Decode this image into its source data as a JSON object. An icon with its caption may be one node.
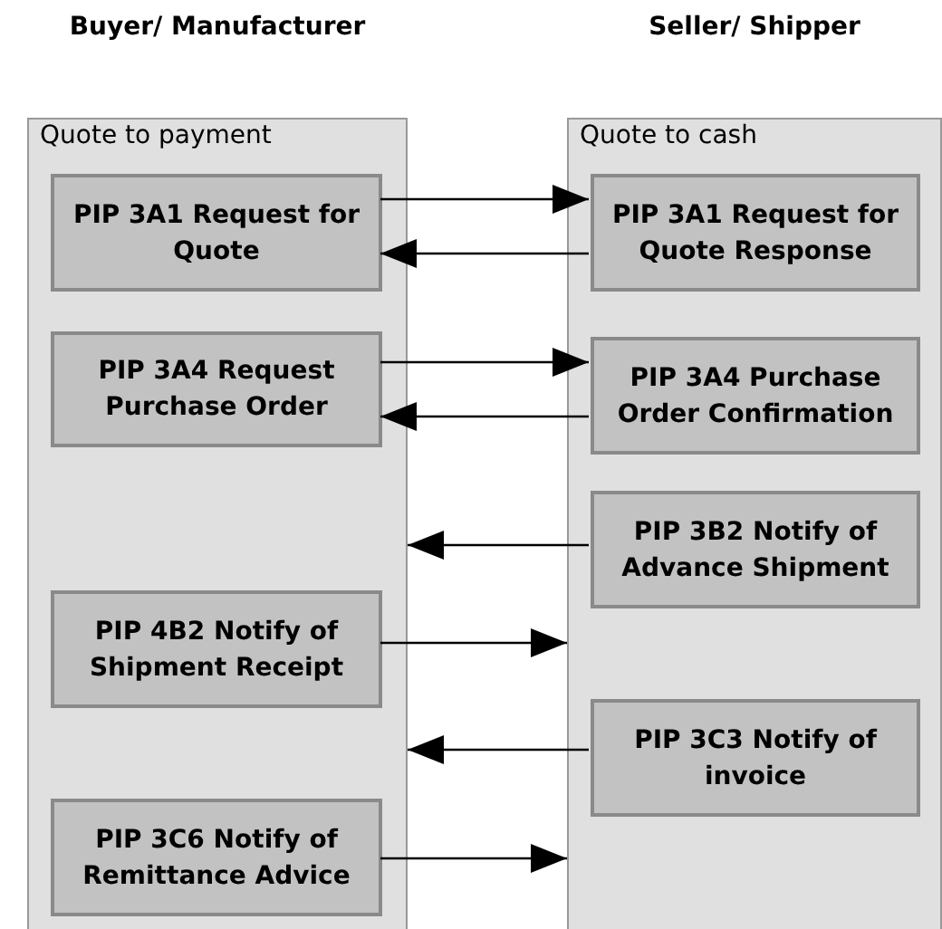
{
  "diagram": {
    "nodes": [
      {
        "text": [
          "Buyer/ Manufacturer",
          "Quote to payment"
        ]
      },
      {
        "text": [
          "PIP 3A1 Request for Quote"
        ],
        "in": 0
      },
      {
        "text": [
          "PIP 3A4 Request Purchase Order"
        ],
        "in": 0
      },
      {
        "text": [
          "PIP 4B2 Notify of Shipment Receipt"
        ],
        "in": 0
      },
      {
        "text": [
          "PIP 3C6 Notify of Remittance Advice"
        ],
        "in": 0
      },
      {
        "text": [
          "Seller/ Shipper",
          "Quote to cash"
        ]
      },
      {
        "text": [
          "PIP 3A1 Request for Quote Response"
        ],
        "in": 5
      },
      {
        "text": [
          "PIP 3A4 Purchase Order Confirmation"
        ],
        "in": 5
      },
      {
        "text": [
          "PIP 3B2 Notify of Advance Shipment"
        ],
        "in": 5
      },
      {
        "text": [
          "PIP 3C3 Notify of invoice"
        ],
        "in": 5
      }
    ],
    "edges": [
      {
        "from": 1,
        "to": 6,
        "arrow": "to"
      },
      {
        "from": 6,
        "to": 1,
        "arrow": "to"
      },
      {
        "from": 2,
        "to": 7,
        "arrow": "to"
      },
      {
        "from": 7,
        "to": 2,
        "arrow": "to"
      },
      {
        "from": 8,
        "to": 0,
        "arrow": "to"
      },
      {
        "from": 3,
        "to": 5,
        "arrow": "to"
      },
      {
        "from": 9,
        "to": 0,
        "arrow": "to"
      },
      {
        "from": 4,
        "to": 5,
        "arrow": "to"
      }
    ]
  }
}
